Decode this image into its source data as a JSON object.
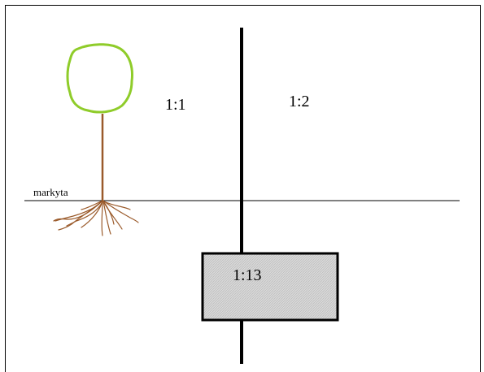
{
  "labels": {
    "left_ratio": "1:1",
    "right_ratio": "1:2",
    "box_ratio": "1:13",
    "surface": "markyta"
  },
  "colors": {
    "frame": "#000000",
    "line": "#000000",
    "tree_crown": "#8fcc2a",
    "tree_trunk": "#9a5a2a",
    "roots": "#9a5a2a",
    "box_fill": "#d9d9d9",
    "box_hatch": "#c2c2c2"
  },
  "icons": {
    "tree": "tree-icon"
  }
}
